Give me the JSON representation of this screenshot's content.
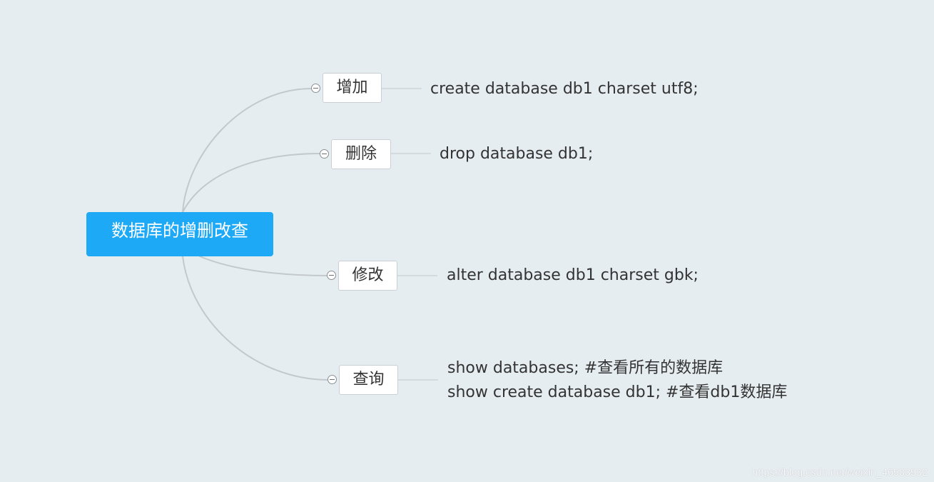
{
  "root": {
    "label": "数据库的增删改查"
  },
  "branches": [
    {
      "label": "增加",
      "leaves": [
        "create database db1 charset utf8;"
      ]
    },
    {
      "label": "删除",
      "leaves": [
        "drop database db1;"
      ]
    },
    {
      "label": "修改",
      "leaves": [
        "alter database db1 charset gbk;"
      ]
    },
    {
      "label": "查询",
      "leaves": [
        "show databases; #查看所有的数据库",
        "show create database db1; #查看db1数据库"
      ]
    }
  ],
  "watermark": "https://blog.csdn.net/weixin_46583932",
  "colors": {
    "background": "#e6edf1",
    "root_fill": "#1ea9f7",
    "branch_fill": "#ffffff",
    "connector": "#c3c8cc",
    "text": "#333333"
  },
  "icons": {
    "toggle": "collapse-minus-icon"
  }
}
